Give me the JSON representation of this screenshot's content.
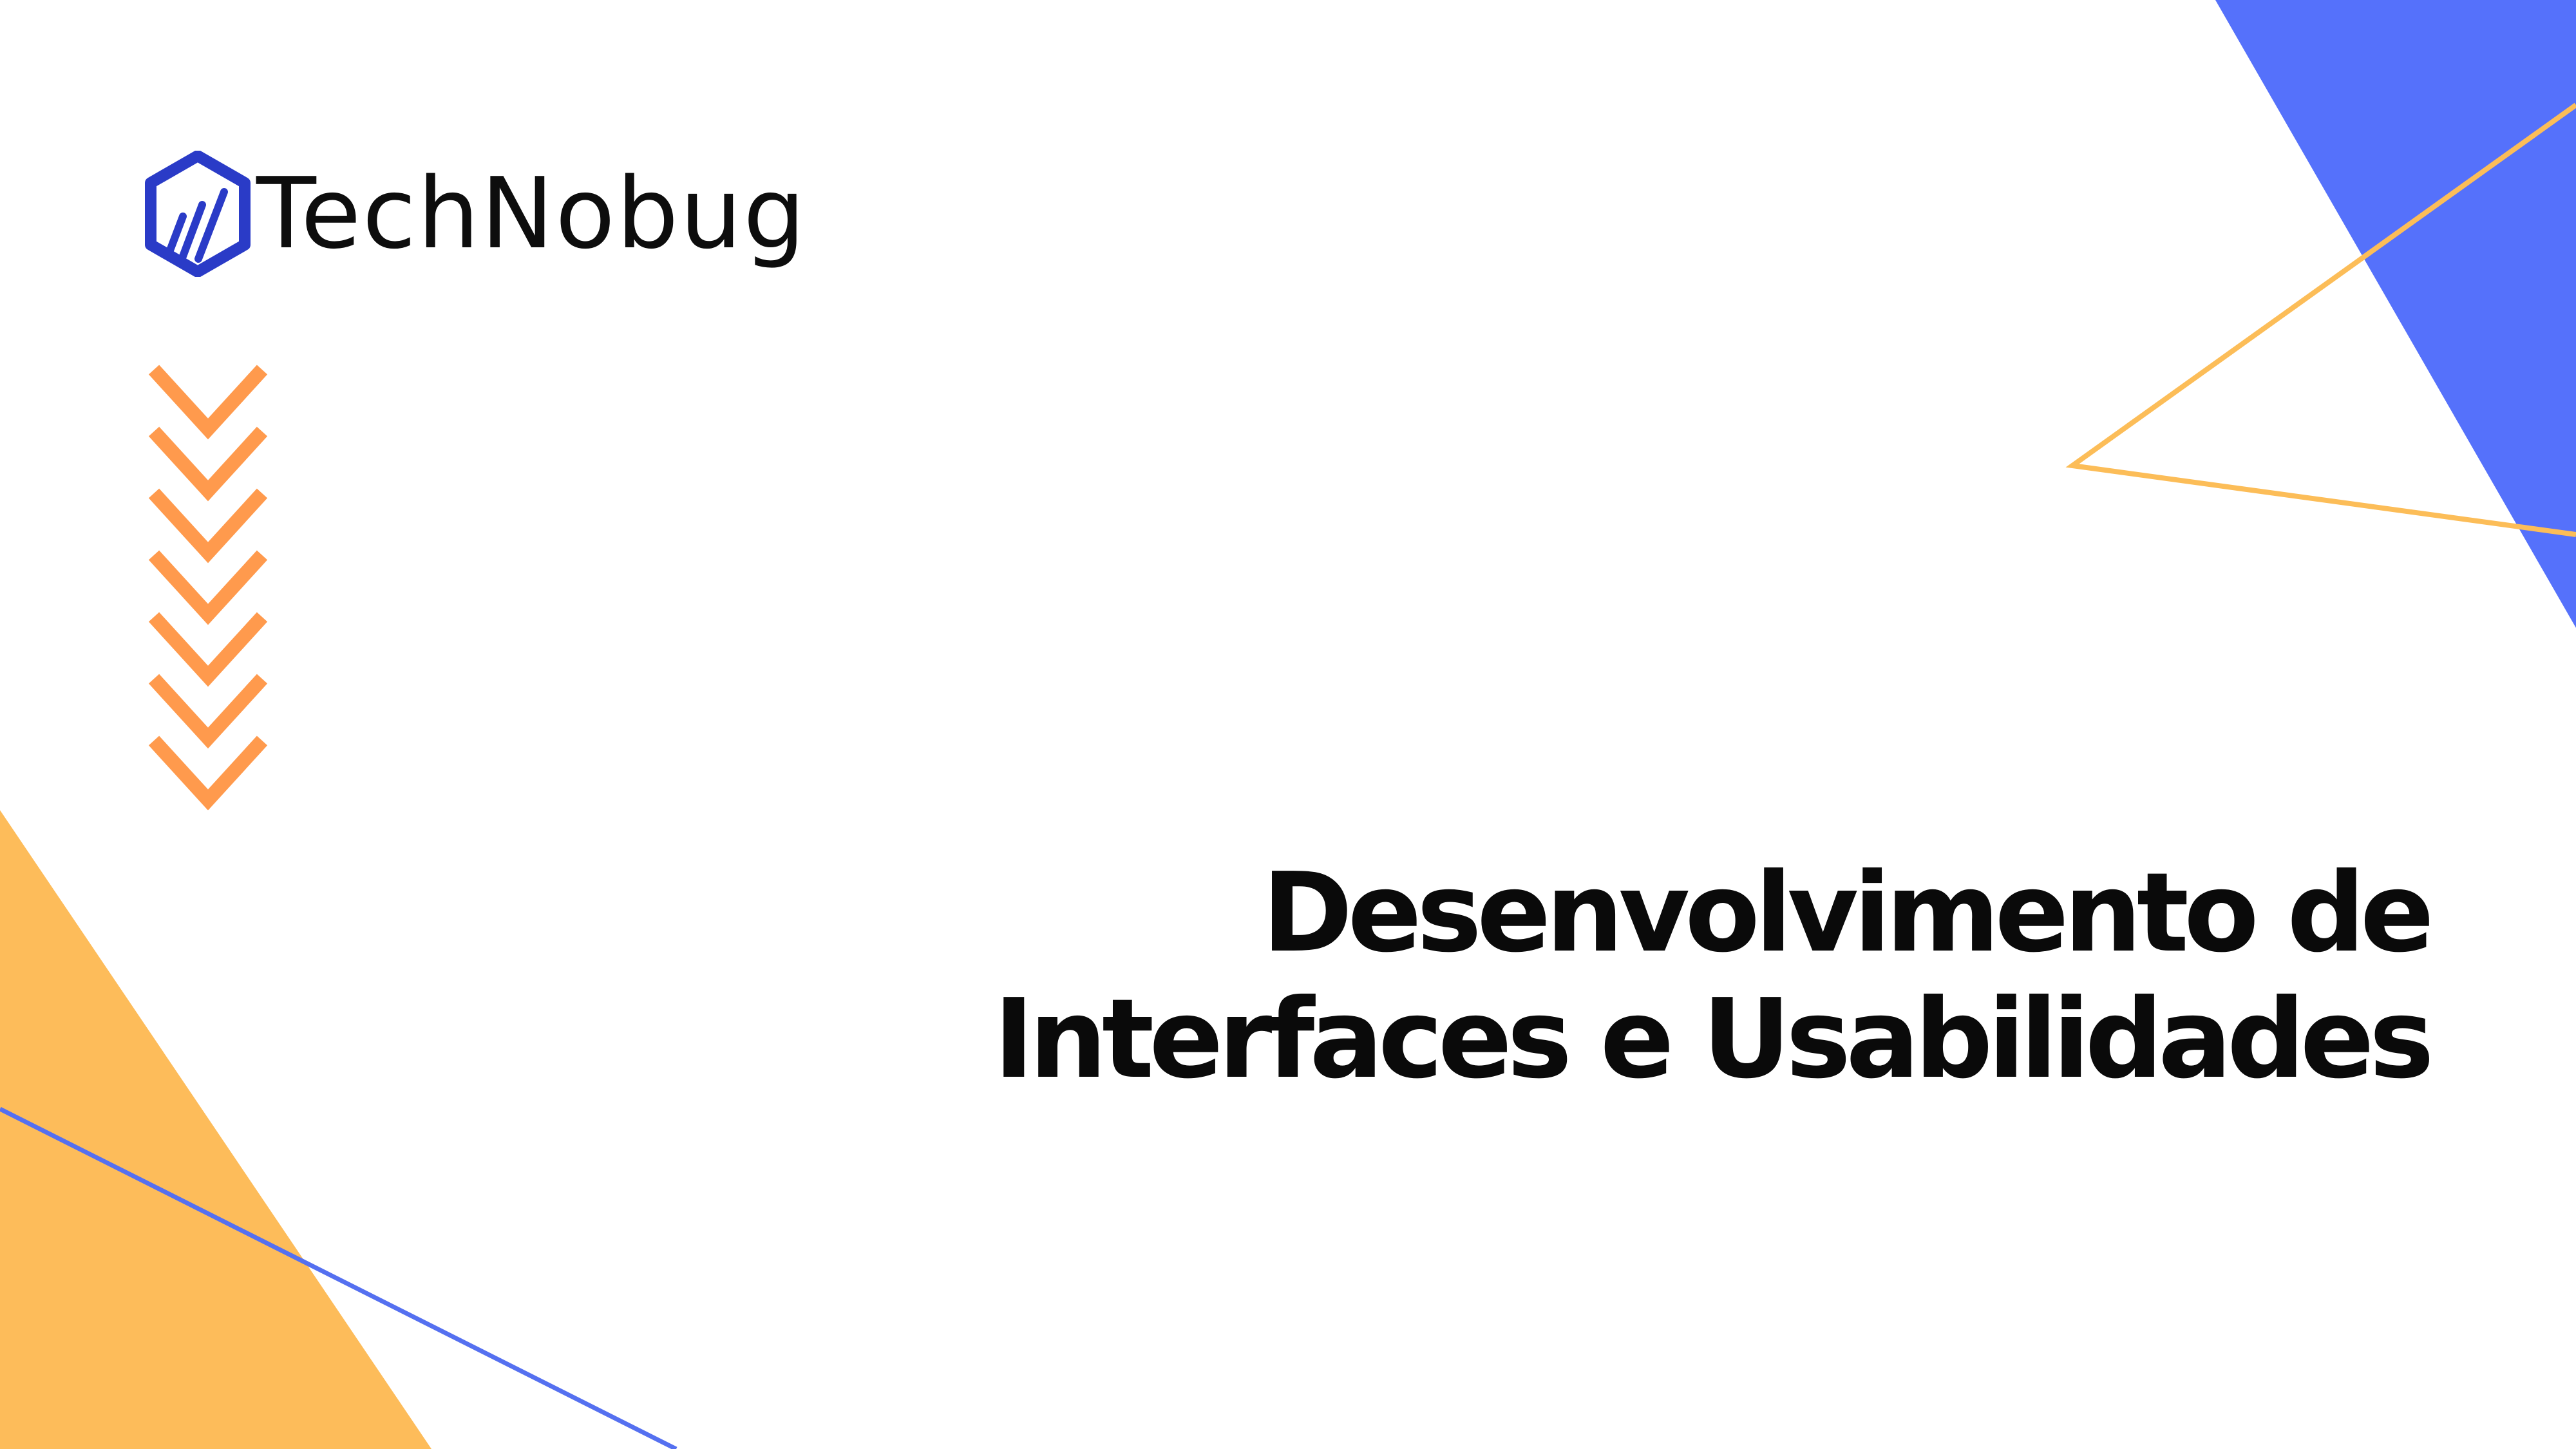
{
  "brand": {
    "name": "TechNobug",
    "logo_icon": "hexagon-chart-icon",
    "logo_color": "#2a3bc7"
  },
  "title": {
    "line1": "Desenvolvimento de",
    "line2": "Interfaces e Usabilidades"
  },
  "decor": {
    "chevron_icon": "chevron-down-icon",
    "chevron_count": 7,
    "chevron_color": "#ff9a4d",
    "blue_color": "#5571fb",
    "yellow_color": "#fdbc5a",
    "line_blue": "#5570f0",
    "line_yellow": "#fcbd58"
  }
}
